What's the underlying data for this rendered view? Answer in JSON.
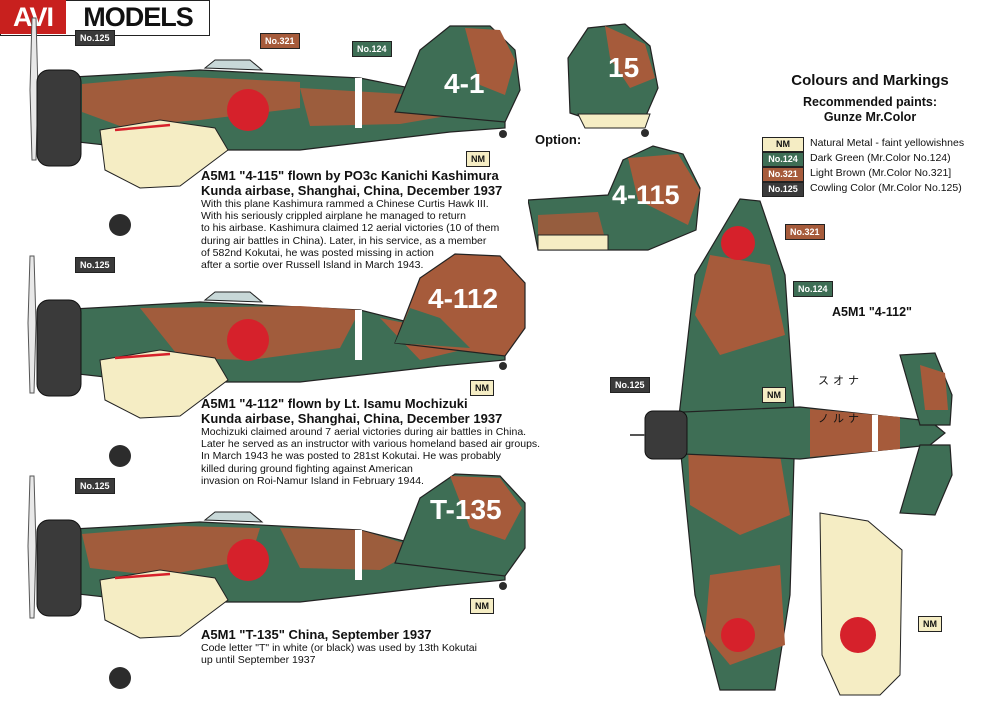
{
  "brand": {
    "part1": "AVI",
    "part2": "MODELS"
  },
  "heading": {
    "title": "Colours and Markings",
    "subtitle_line1": "Recommended paints:",
    "subtitle_line2": "Gunze Mr.Color"
  },
  "legend": [
    {
      "code": "NM",
      "label": "Natural Metal - faint yellowishnes",
      "color": "#f5edc4",
      "text_color": "#111111"
    },
    {
      "code": "No.124",
      "label": "Dark Green (Mr.Color No.124)",
      "color": "#3e6e55",
      "text_color": "#ffffff"
    },
    {
      "code": "No.321",
      "label": "Light Brown (Mr.Color No.321]",
      "color": "#a65b3b",
      "text_color": "#ffffff"
    },
    {
      "code": "No.125",
      "label": "Cowling Color (Mr.Color No.125)",
      "color": "#3a3a3a",
      "text_color": "#ffffff"
    }
  ],
  "callouts": {
    "no125": "No.125",
    "no321": "No.321",
    "no124": "No.124",
    "nm": "NM",
    "option": "Option:"
  },
  "tail_codes": {
    "a": "4-1",
    "opt": "15",
    "b": "4-115",
    "c": "4-112",
    "d": "T-135"
  },
  "katakana": {
    "upper": "スオナ",
    "lower": "ノルナ"
  },
  "colors": {
    "green": "#3e6e55",
    "brown": "#a65b3b",
    "cream": "#f5edc4",
    "cowling": "#3a3a3a",
    "hinomaru": "#d6212b",
    "brand_red": "#c8201e"
  },
  "aircraft": [
    {
      "title_line1": "A5M1 \"4-115\" flown by PO3c Kanichi Kashimura",
      "title_line2": "Kunda airbase, Shanghai, China, December 1937",
      "body": [
        "With this plane Kashimura rammed a Chinese Curtis Hawk III.",
        "With his seriously crippled airplane he managed to return",
        "to his airbase. Kashimura claimed 12 aerial victories (10 of them",
        "during air battles in China). Later, in his service, as a member",
        " of 582nd Kokutai, he was posted missing in action",
        "after a sortie over Russell Island in March 1943."
      ]
    },
    {
      "title_line1": "A5M1 \"4-112\" flown by Lt. Isamu Mochizuki",
      "title_line2": "Kunda airbase, Shanghai, China, December 1937",
      "body": [
        "Mochizuki claimed around 7 aerial victories during air battles in China.",
        "Later he served as an instructor with various homeland based air groups.",
        "In March 1943 he was posted to 281st Kokutai. He was probably",
        "killed during ground fighting against American",
        "invasion on Roi-Namur Island in February 1944."
      ]
    },
    {
      "title_line1": "A5M1 \"T-135\" China, September 1937",
      "title_line2": "",
      "body": [
        "Code letter \"T\" in white (or black) was used by 13th Kokutai",
        "up until September 1937"
      ]
    }
  ],
  "planform_label": "A5M1 \"4-112\""
}
